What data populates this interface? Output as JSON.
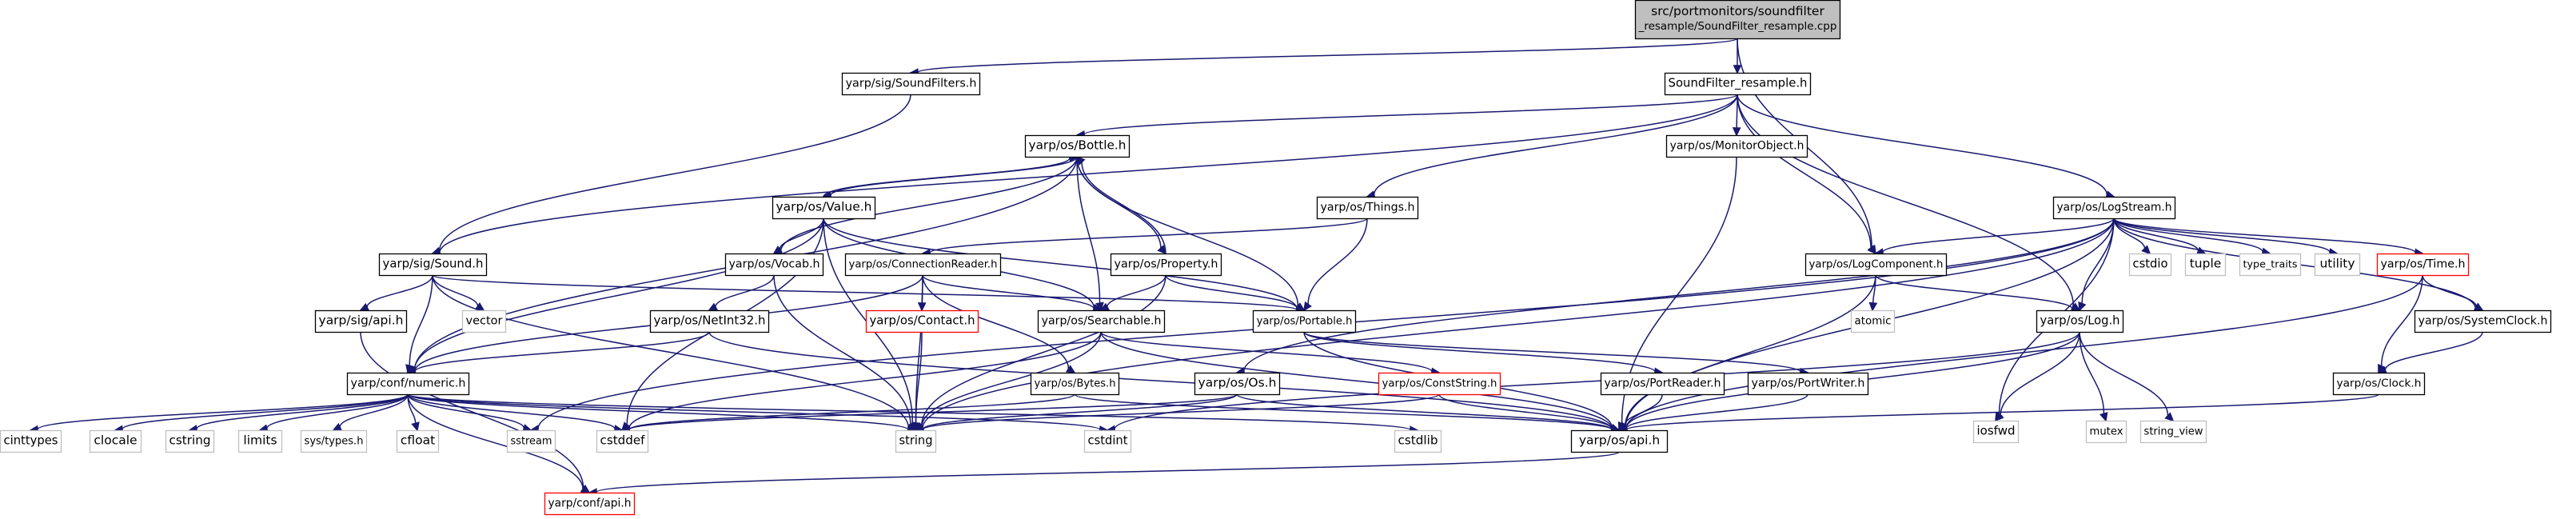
{
  "graph": {
    "colors": {
      "edge": "#191970",
      "root_fill": "#bfbfbf",
      "root_border": "#000000",
      "project_border": "#000000",
      "system_border": "#bfbfbf",
      "missing_border": "#ff0000",
      "node_fill": "#ffffff"
    },
    "nodes": [
      {
        "id": "root",
        "lines": [
          "src/portmonitors/soundfilter",
          "_resample/SoundFilter_resample.cpp"
        ],
        "kind": "root"
      },
      {
        "id": "soundfilters_h",
        "lines": [
          "yarp/sig/SoundFilters.h"
        ],
        "kind": "project"
      },
      {
        "id": "sf_resample_h",
        "lines": [
          "SoundFilter_resample.h"
        ],
        "kind": "project"
      },
      {
        "id": "bottle_h",
        "lines": [
          "yarp/os/Bottle.h"
        ],
        "kind": "project"
      },
      {
        "id": "monitorobject_h",
        "lines": [
          "yarp/os/MonitorObject.h"
        ],
        "kind": "project"
      },
      {
        "id": "logstream_h",
        "lines": [
          "yarp/os/LogStream.h"
        ],
        "kind": "project"
      },
      {
        "id": "value_h",
        "lines": [
          "yarp/os/Value.h"
        ],
        "kind": "project"
      },
      {
        "id": "things_h",
        "lines": [
          "yarp/os/Things.h"
        ],
        "kind": "project"
      },
      {
        "id": "sound_h",
        "lines": [
          "yarp/sig/Sound.h"
        ],
        "kind": "project"
      },
      {
        "id": "vocab_h",
        "lines": [
          "yarp/os/Vocab.h"
        ],
        "kind": "project"
      },
      {
        "id": "connectionreader_h",
        "lines": [
          "yarp/os/ConnectionReader.h"
        ],
        "kind": "project"
      },
      {
        "id": "property_h",
        "lines": [
          "yarp/os/Property.h"
        ],
        "kind": "project"
      },
      {
        "id": "logcomponent_h",
        "lines": [
          "yarp/os/LogComponent.h"
        ],
        "kind": "project"
      },
      {
        "id": "cstdio",
        "lines": [
          "cstdio"
        ],
        "kind": "system"
      },
      {
        "id": "tuple",
        "lines": [
          "tuple"
        ],
        "kind": "system"
      },
      {
        "id": "type_traits",
        "lines": [
          "type_traits"
        ],
        "kind": "system"
      },
      {
        "id": "utility",
        "lines": [
          "utility"
        ],
        "kind": "system"
      },
      {
        "id": "time_h",
        "lines": [
          "yarp/os/Time.h"
        ],
        "kind": "missing"
      },
      {
        "id": "sig_api_h",
        "lines": [
          "yarp/sig/api.h"
        ],
        "kind": "project"
      },
      {
        "id": "vector",
        "lines": [
          "vector"
        ],
        "kind": "system"
      },
      {
        "id": "netint32_h",
        "lines": [
          "yarp/os/NetInt32.h"
        ],
        "kind": "project"
      },
      {
        "id": "contact_h",
        "lines": [
          "yarp/os/Contact.h"
        ],
        "kind": "missing"
      },
      {
        "id": "searchable_h",
        "lines": [
          "yarp/os/Searchable.h"
        ],
        "kind": "project"
      },
      {
        "id": "portable_h",
        "lines": [
          "yarp/os/Portable.h"
        ],
        "kind": "project"
      },
      {
        "id": "atomic",
        "lines": [
          "atomic"
        ],
        "kind": "system"
      },
      {
        "id": "log_h",
        "lines": [
          "yarp/os/Log.h"
        ],
        "kind": "project"
      },
      {
        "id": "systemclock_h",
        "lines": [
          "yarp/os/SystemClock.h"
        ],
        "kind": "project"
      },
      {
        "id": "numeric_h",
        "lines": [
          "yarp/conf/numeric.h"
        ],
        "kind": "project"
      },
      {
        "id": "bytes_h",
        "lines": [
          "yarp/os/Bytes.h"
        ],
        "kind": "project"
      },
      {
        "id": "os_h",
        "lines": [
          "yarp/os/Os.h"
        ],
        "kind": "project"
      },
      {
        "id": "conststring_h",
        "lines": [
          "yarp/os/ConstString.h"
        ],
        "kind": "missing"
      },
      {
        "id": "portreader_h",
        "lines": [
          "yarp/os/PortReader.h"
        ],
        "kind": "project"
      },
      {
        "id": "portwriter_h",
        "lines": [
          "yarp/os/PortWriter.h"
        ],
        "kind": "project"
      },
      {
        "id": "iosfwd",
        "lines": [
          "iosfwd"
        ],
        "kind": "system"
      },
      {
        "id": "mutex",
        "lines": [
          "mutex"
        ],
        "kind": "system"
      },
      {
        "id": "string_view",
        "lines": [
          "string_view"
        ],
        "kind": "system"
      },
      {
        "id": "clock_h",
        "lines": [
          "yarp/os/Clock.h"
        ],
        "kind": "project"
      },
      {
        "id": "cinttypes",
        "lines": [
          "cinttypes"
        ],
        "kind": "system"
      },
      {
        "id": "clocale",
        "lines": [
          "clocale"
        ],
        "kind": "system"
      },
      {
        "id": "cstring",
        "lines": [
          "cstring"
        ],
        "kind": "system"
      },
      {
        "id": "limits",
        "lines": [
          "limits"
        ],
        "kind": "system"
      },
      {
        "id": "sys_types_h",
        "lines": [
          "sys/types.h"
        ],
        "kind": "system"
      },
      {
        "id": "cfloat",
        "lines": [
          "cfloat"
        ],
        "kind": "system"
      },
      {
        "id": "sstream",
        "lines": [
          "sstream"
        ],
        "kind": "system"
      },
      {
        "id": "cstddef",
        "lines": [
          "cstddef"
        ],
        "kind": "system"
      },
      {
        "id": "string",
        "lines": [
          "string"
        ],
        "kind": "system"
      },
      {
        "id": "cstdint",
        "lines": [
          "cstdint"
        ],
        "kind": "system"
      },
      {
        "id": "cstdlib",
        "lines": [
          "cstdlib"
        ],
        "kind": "system"
      },
      {
        "id": "os_api_h",
        "lines": [
          "yarp/os/api.h"
        ],
        "kind": "project"
      },
      {
        "id": "conf_api_h",
        "lines": [
          "yarp/conf/api.h"
        ],
        "kind": "missing"
      }
    ],
    "edges": [
      [
        "root",
        "soundfilters_h"
      ],
      [
        "root",
        "sf_resample_h"
      ],
      [
        "root",
        "logcomponent_h"
      ],
      [
        "soundfilters_h",
        "sound_h"
      ],
      [
        "sf_resample_h",
        "bottle_h"
      ],
      [
        "sf_resample_h",
        "monitorobject_h"
      ],
      [
        "sf_resample_h",
        "things_h"
      ],
      [
        "sf_resample_h",
        "logstream_h"
      ],
      [
        "sf_resample_h",
        "logcomponent_h"
      ],
      [
        "sf_resample_h",
        "log_h"
      ],
      [
        "sf_resample_h",
        "sound_h"
      ],
      [
        "bottle_h",
        "value_h"
      ],
      [
        "bottle_h",
        "vocab_h"
      ],
      [
        "bottle_h",
        "property_h"
      ],
      [
        "bottle_h",
        "searchable_h"
      ],
      [
        "bottle_h",
        "portable_h"
      ],
      [
        "bottle_h",
        "numeric_h"
      ],
      [
        "value_h",
        "bottle_h"
      ],
      [
        "value_h",
        "vocab_h"
      ],
      [
        "value_h",
        "searchable_h"
      ],
      [
        "value_h",
        "portable_h"
      ],
      [
        "value_h",
        "numeric_h"
      ],
      [
        "value_h",
        "cstddef"
      ],
      [
        "value_h",
        "string"
      ],
      [
        "property_h",
        "bottle_h"
      ],
      [
        "property_h",
        "searchable_h"
      ],
      [
        "property_h",
        "portable_h"
      ],
      [
        "property_h",
        "string"
      ],
      [
        "monitorobject_h",
        "os_api_h"
      ],
      [
        "things_h",
        "portable_h"
      ],
      [
        "things_h",
        "connectionreader_h"
      ],
      [
        "sound_h",
        "sig_api_h"
      ],
      [
        "sound_h",
        "vector"
      ],
      [
        "sound_h",
        "portable_h"
      ],
      [
        "sound_h",
        "string"
      ],
      [
        "sound_h",
        "numeric_h"
      ],
      [
        "sig_api_h",
        "conf_api_h"
      ],
      [
        "vocab_h",
        "netint32_h"
      ],
      [
        "vocab_h",
        "string"
      ],
      [
        "connectionreader_h",
        "contact_h"
      ],
      [
        "connectionreader_h",
        "searchable_h"
      ],
      [
        "connectionreader_h",
        "bytes_h"
      ],
      [
        "connectionreader_h",
        "numeric_h"
      ],
      [
        "connectionreader_h",
        "string"
      ],
      [
        "netint32_h",
        "numeric_h"
      ],
      [
        "netint32_h",
        "os_api_h"
      ],
      [
        "contact_h",
        "string"
      ],
      [
        "searchable_h",
        "conststring_h"
      ],
      [
        "searchable_h",
        "os_api_h"
      ],
      [
        "searchable_h",
        "string"
      ],
      [
        "searchable_h",
        "cstddef"
      ],
      [
        "portable_h",
        "portreader_h"
      ],
      [
        "portable_h",
        "portwriter_h"
      ],
      [
        "portable_h",
        "os_api_h"
      ],
      [
        "logstream_h",
        "cstdio"
      ],
      [
        "logstream_h",
        "tuple"
      ],
      [
        "logstream_h",
        "type_traits"
      ],
      [
        "logstream_h",
        "utility"
      ],
      [
        "logstream_h",
        "time_h"
      ],
      [
        "logstream_h",
        "systemclock_h"
      ],
      [
        "logstream_h",
        "log_h"
      ],
      [
        "logstream_h",
        "logcomponent_h"
      ],
      [
        "logstream_h",
        "os_h"
      ],
      [
        "logstream_h",
        "iosfwd"
      ],
      [
        "logstream_h",
        "sstream"
      ],
      [
        "logstream_h",
        "string"
      ],
      [
        "logstream_h",
        "os_api_h"
      ],
      [
        "logcomponent_h",
        "atomic"
      ],
      [
        "logcomponent_h",
        "log_h"
      ],
      [
        "logcomponent_h",
        "os_api_h"
      ],
      [
        "time_h",
        "clock_h"
      ],
      [
        "time_h",
        "systemclock_h"
      ],
      [
        "time_h",
        "os_api_h"
      ],
      [
        "log_h",
        "iosfwd"
      ],
      [
        "log_h",
        "mutex"
      ],
      [
        "log_h",
        "string_view"
      ],
      [
        "log_h",
        "os_api_h"
      ],
      [
        "log_h",
        "cstdint"
      ],
      [
        "systemclock_h",
        "clock_h"
      ],
      [
        "clock_h",
        "os_api_h"
      ],
      [
        "os_h",
        "cstddef"
      ],
      [
        "os_h",
        "string"
      ],
      [
        "os_h",
        "os_api_h"
      ],
      [
        "bytes_h",
        "cstddef"
      ],
      [
        "bytes_h",
        "os_api_h"
      ],
      [
        "conststring_h",
        "string"
      ],
      [
        "conststring_h",
        "os_api_h"
      ],
      [
        "portreader_h",
        "os_api_h"
      ],
      [
        "portwriter_h",
        "os_api_h"
      ],
      [
        "numeric_h",
        "cinttypes"
      ],
      [
        "numeric_h",
        "clocale"
      ],
      [
        "numeric_h",
        "cstring"
      ],
      [
        "numeric_h",
        "limits"
      ],
      [
        "numeric_h",
        "sys_types_h"
      ],
      [
        "numeric_h",
        "cfloat"
      ],
      [
        "numeric_h",
        "sstream"
      ],
      [
        "numeric_h",
        "cstddef"
      ],
      [
        "numeric_h",
        "string"
      ],
      [
        "numeric_h",
        "cstdint"
      ],
      [
        "numeric_h",
        "cstdlib"
      ],
      [
        "numeric_h",
        "conf_api_h"
      ],
      [
        "os_api_h",
        "conf_api_h"
      ]
    ]
  }
}
